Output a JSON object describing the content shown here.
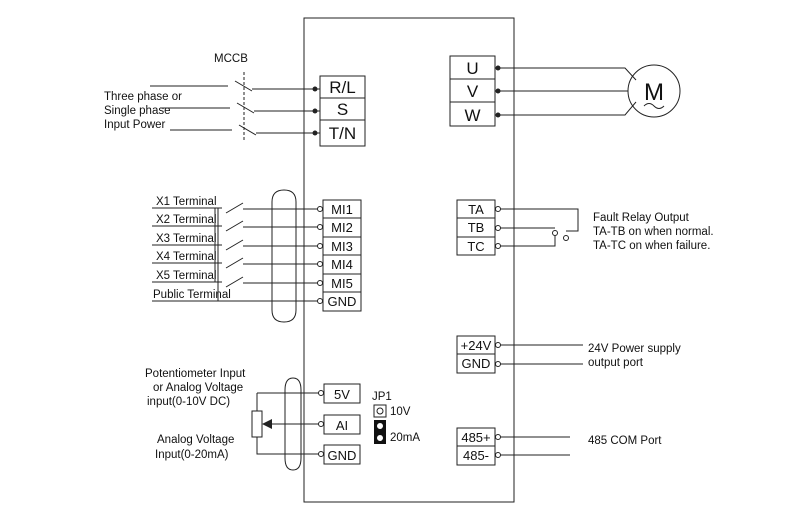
{
  "power_input": {
    "breaker_label": "MCCB",
    "source_lines": [
      "Three phase or",
      "Single phase",
      "Input Power"
    ],
    "terminals": [
      "R/L",
      "S",
      "T/N"
    ]
  },
  "motor_output": {
    "terminals": [
      "U",
      "V",
      "W"
    ],
    "motor_label": "M"
  },
  "digital_inputs": {
    "labels": [
      "X1 Terminal",
      "X2 Terminal",
      "X3 Terminal",
      "X4 Terminal",
      "X5 Terminal",
      "Public Terminal"
    ],
    "terminals": [
      "MI1",
      "MI2",
      "MI3",
      "MI4",
      "MI5",
      "GND"
    ]
  },
  "fault_relay": {
    "terminals": [
      "TA",
      "TB",
      "TC"
    ],
    "lines": [
      "Fault Relay Output",
      "TA-TB on when normal.",
      "TA-TC on when failure."
    ]
  },
  "power_supply": {
    "terminals": [
      "+24V",
      "GND"
    ],
    "lines": [
      "24V Power supply",
      "output port"
    ]
  },
  "analog_input": {
    "pot_lines": [
      "Potentiometer Input",
      "or Analog Voltage",
      "input(0-10V DC)"
    ],
    "current_lines": [
      "Analog Voltage",
      "Input(0-20mA)"
    ],
    "terminals": [
      "5V",
      "AI",
      "GND"
    ],
    "jumper_label": "JP1",
    "jumper_options": [
      "10V",
      "20mA"
    ]
  },
  "com_port": {
    "terminals": [
      "485+",
      "485-"
    ],
    "label": "485 COM  Port"
  }
}
